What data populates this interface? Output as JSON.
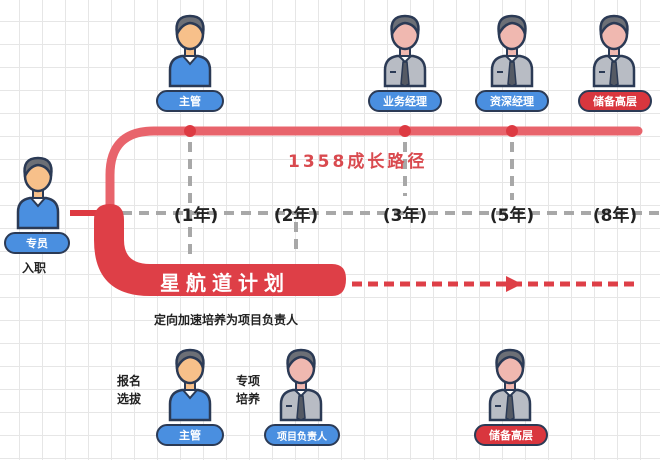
{
  "title": "1358成长路径",
  "plan_title": "星航道计划",
  "plan_subtitle": "定向加速培养为项目负责人",
  "entry": {
    "role": "专员",
    "note": "入职"
  },
  "top_roles": [
    {
      "role": "主管",
      "color": "blue"
    },
    {
      "role": "业务经理",
      "color": "blue"
    },
    {
      "role": "资深经理",
      "color": "blue"
    },
    {
      "role": "储备高层",
      "color": "red"
    }
  ],
  "years": [
    "(1年)",
    "(2年)",
    "(3年)",
    "(5年)",
    "(8年)"
  ],
  "bottom_roles": [
    {
      "role": "主管",
      "side_label": [
        "报名",
        "选拔"
      ]
    },
    {
      "role": "项目负责人",
      "side_label": [
        "专项",
        "培养"
      ]
    },
    {
      "role": "储备高层"
    }
  ],
  "colors": {
    "path_red": "#e8646c",
    "plan_red": "#de3f47",
    "badge_blue": "#4a8fe0",
    "badge_red": "#d9363e",
    "dash_gray": "#a8a8a8"
  }
}
